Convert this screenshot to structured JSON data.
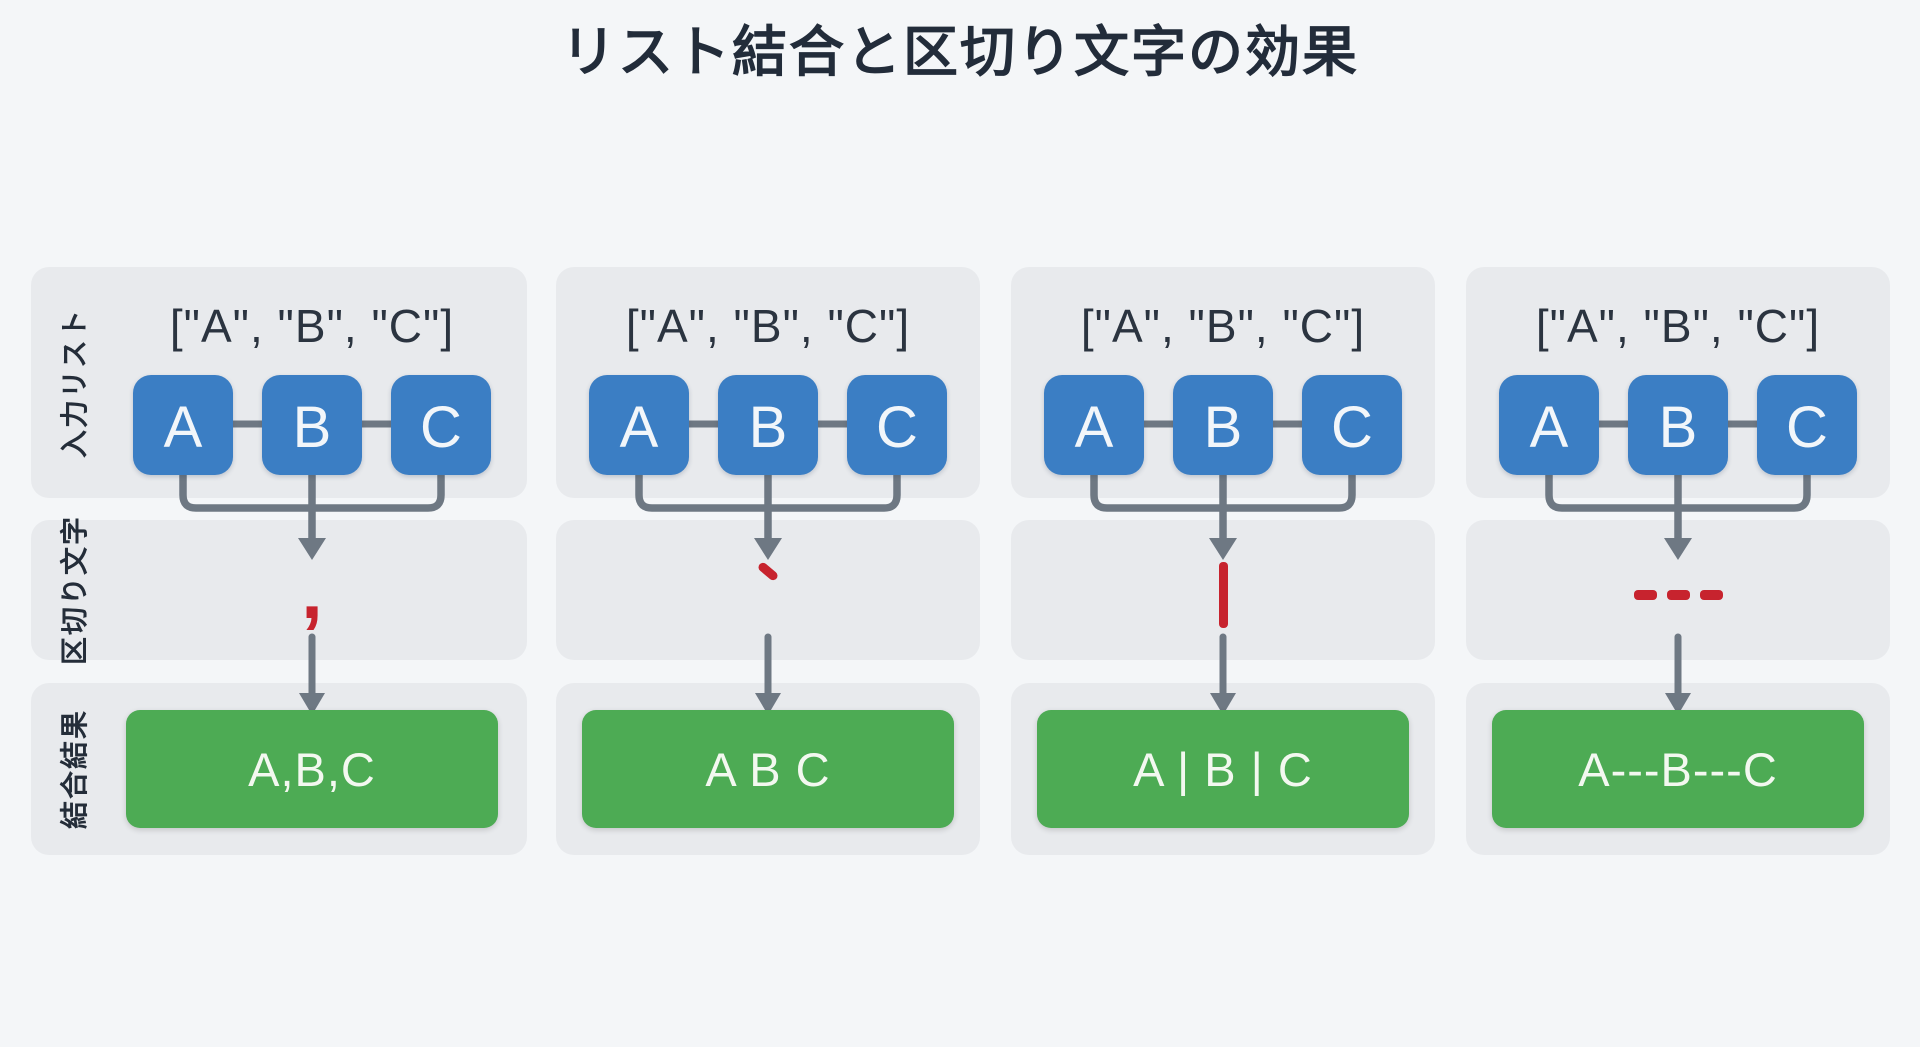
{
  "title": "リスト結合と区切り文字の効果",
  "row_labels": {
    "input": "入力リスト",
    "separator": "区切り文字",
    "result": "結合結果"
  },
  "columns": [
    {
      "input_list": "[\"A\", \"B\", \"C\"]",
      "items": [
        "A",
        "B",
        "C"
      ],
      "separator": ",",
      "separator_kind": "comma",
      "result": "A,B,C"
    },
    {
      "input_list": "[\"A\", \"B\", \"C\"]",
      "items": [
        "A",
        "B",
        "C"
      ],
      "separator": "、",
      "separator_kind": "ideographic-comma",
      "result": "A B C"
    },
    {
      "input_list": "[\"A\", \"B\", \"C\"]",
      "items": [
        "A",
        "B",
        "C"
      ],
      "separator": "|",
      "separator_kind": "pipe",
      "result": "A | B | C"
    },
    {
      "input_list": "[\"A\", \"B\", \"C\"]",
      "items": [
        "A",
        "B",
        "C"
      ],
      "separator": "---",
      "separator_kind": "triple-dash",
      "result": "A---B---C"
    }
  ],
  "colors": {
    "background": "#f4f6f8",
    "band": "#e8eaed",
    "item_box_blue": "#3b7ec4",
    "result_box_green": "#4dab54",
    "separator_red": "#c7232e",
    "arrow_gray": "#6e7883",
    "text_dark": "#222c3a"
  }
}
